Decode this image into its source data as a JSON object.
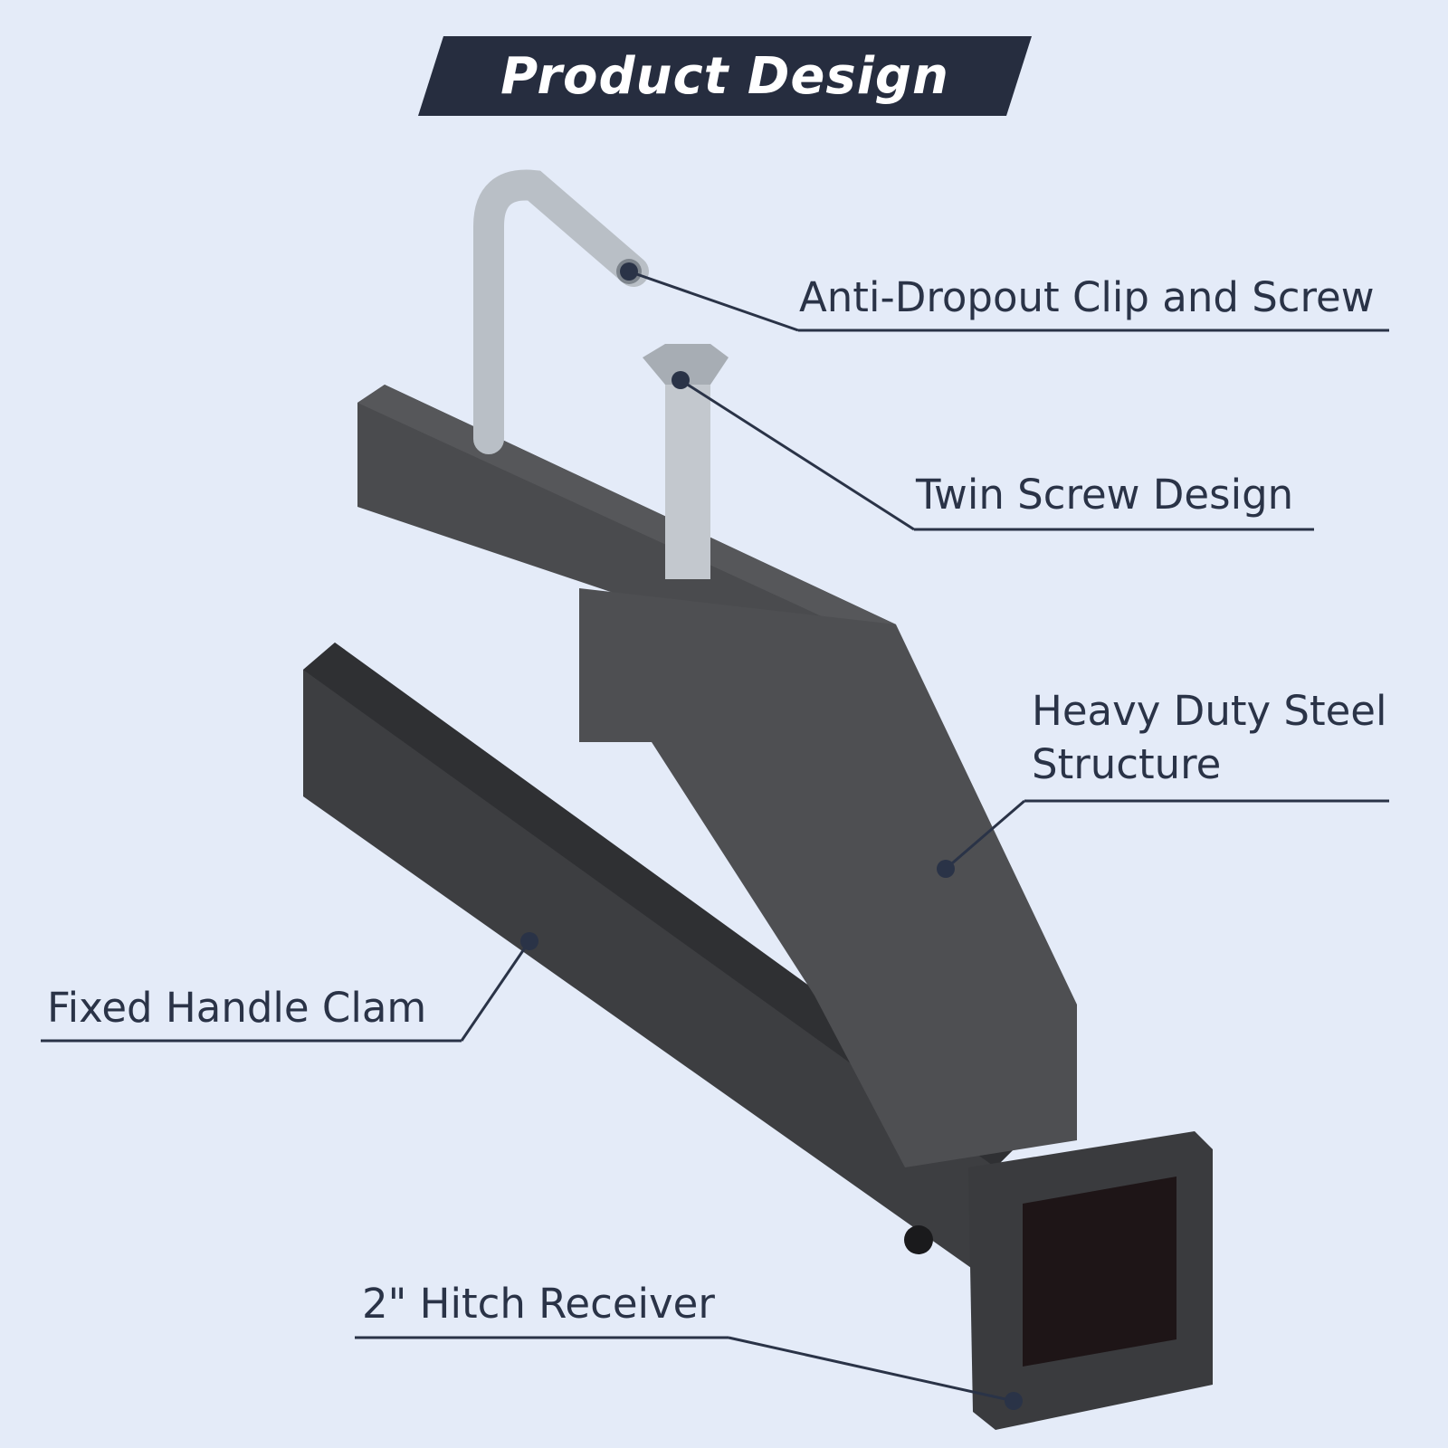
{
  "banner": {
    "title": "Product Design"
  },
  "callouts": [
    {
      "label": "Anti-Dropout Clip and Screw"
    },
    {
      "label": "Twin Screw Design"
    },
    {
      "label": "Heavy Duty Steel\nStructure"
    },
    {
      "label": "Fixed Handle Clam"
    },
    {
      "label": "2\" Hitch Receiver"
    }
  ],
  "colors": {
    "background": "#e4ebf8",
    "banner": "#262d3f",
    "text": "#2a3347",
    "steel": "#4a4b4e"
  }
}
